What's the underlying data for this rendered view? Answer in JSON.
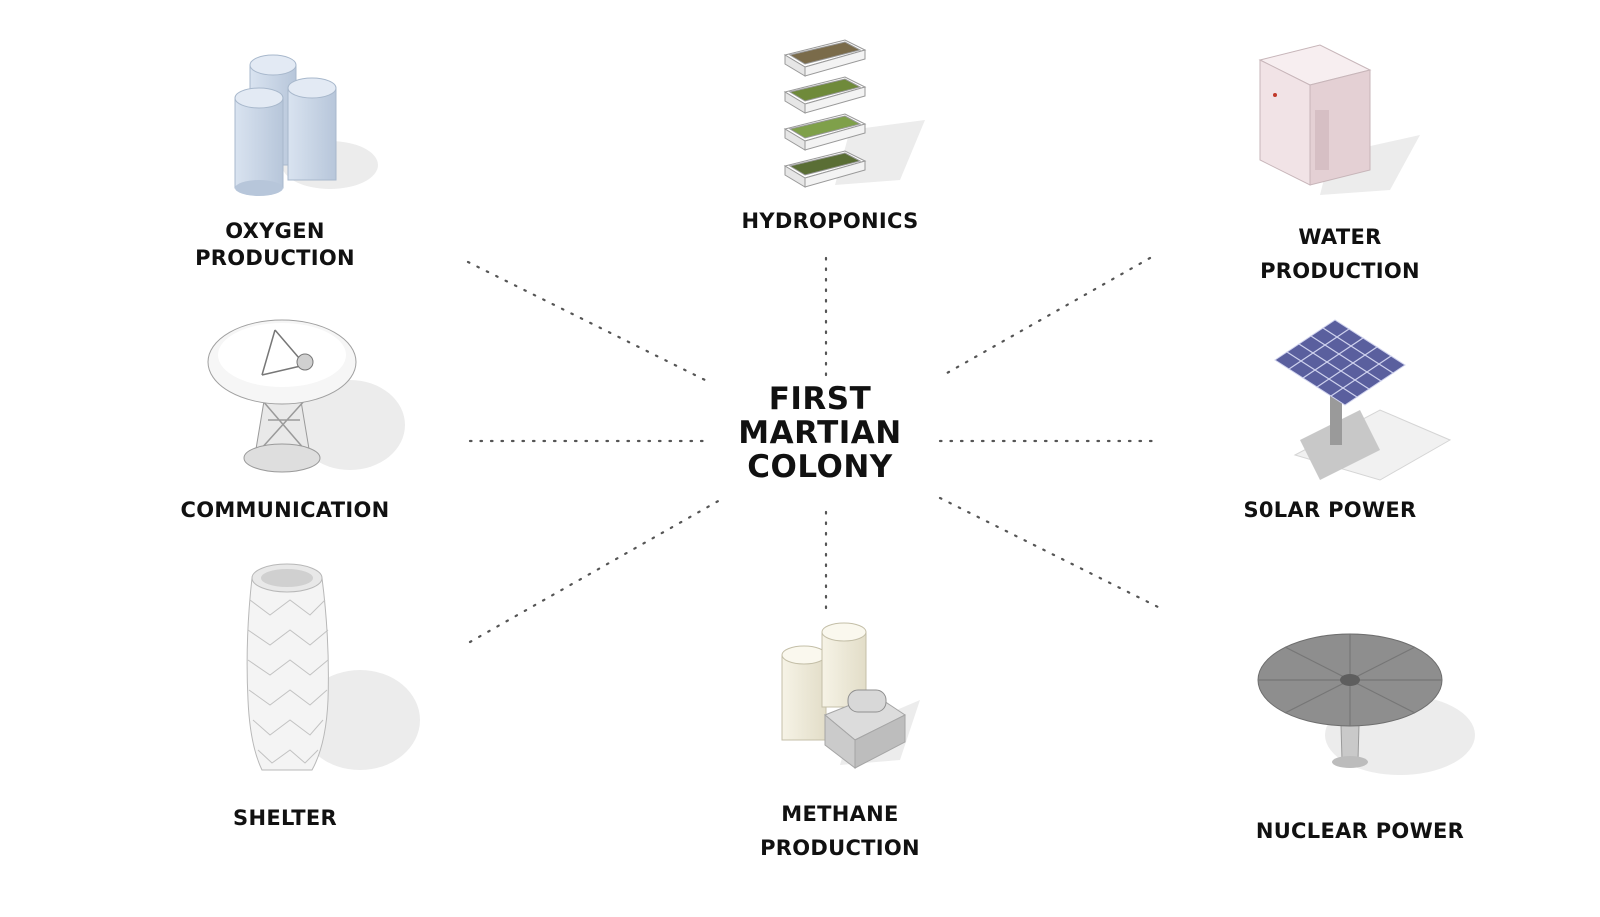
{
  "center": {
    "lines": [
      "FIRST",
      "MARTIAN",
      "COLONY"
    ]
  },
  "nodes": [
    {
      "id": "oxygen",
      "lines": [
        "OXYGEN",
        "PRODUCTION"
      ],
      "icon": "oxygen-tanks-icon"
    },
    {
      "id": "hydroponics",
      "lines": [
        "HYDROPONICS"
      ],
      "icon": "hydroponics-trays-icon"
    },
    {
      "id": "water",
      "lines": [
        "WATER",
        "PRODUCTION"
      ],
      "icon": "water-unit-icon"
    },
    {
      "id": "communication",
      "lines": [
        "COMMUNICATION"
      ],
      "icon": "satellite-dish-icon"
    },
    {
      "id": "solar",
      "lines": [
        "S0LAR POWER"
      ],
      "icon": "solar-panel-icon"
    },
    {
      "id": "shelter",
      "lines": [
        "SHELTER"
      ],
      "icon": "shelter-tower-icon"
    },
    {
      "id": "methane",
      "lines": [
        "METHANE",
        "PRODUCTION"
      ],
      "icon": "methane-plant-icon"
    },
    {
      "id": "nuclear",
      "lines": [
        "NUCLEAR POWER"
      ],
      "icon": "nuclear-reactor-icon"
    }
  ],
  "colors": {
    "text": "#111111",
    "connector": "#555555",
    "tank": "#c9d6e6",
    "shadow": "#ececec"
  }
}
